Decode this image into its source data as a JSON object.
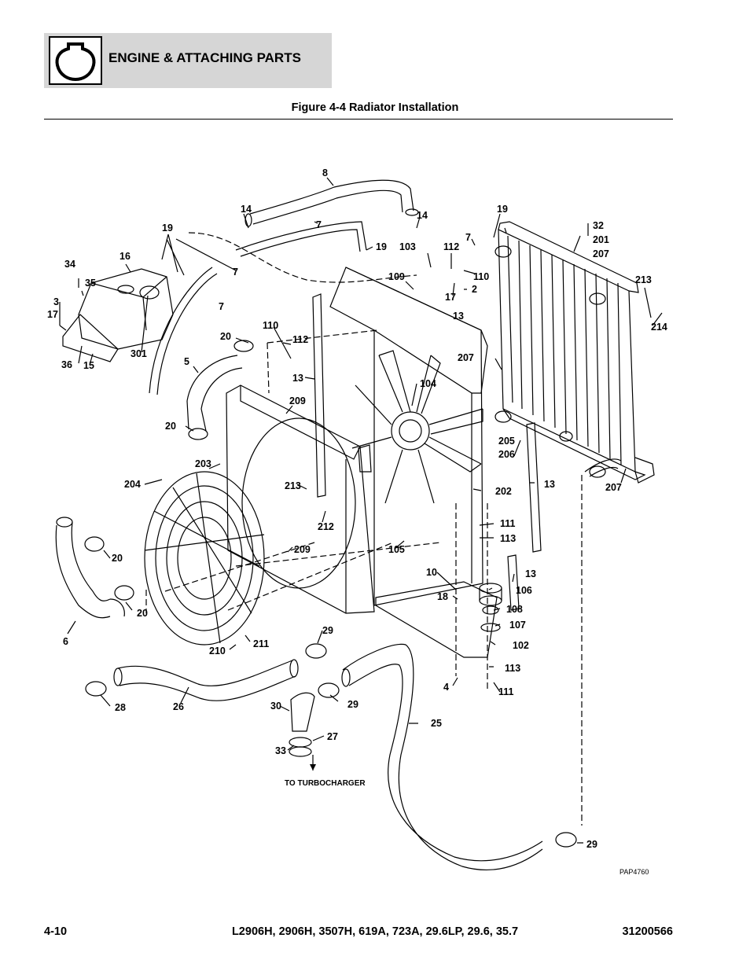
{
  "header": {
    "section_title": "ENGINE & ATTACHING PARTS",
    "icon": "engine-section-icon"
  },
  "figure": {
    "title": "Figure 4-4 Radiator Installation",
    "drawing_code": "PAP4760",
    "note_turbo": "TO TURBOCHARGER",
    "callouts": {
      "c8": "8",
      "c14a": "14",
      "c14b": "14",
      "c7a": "7",
      "c7b": "7",
      "c7c": "7",
      "c7d": "7",
      "c19a": "19",
      "c19b": "19",
      "c19c": "19",
      "c103": "103",
      "c112a": "112",
      "c110a": "110",
      "c109": "109",
      "c17a": "17",
      "c2": "2",
      "c32": "32",
      "c201": "201",
      "c207a": "207",
      "c213a": "213",
      "c214": "214",
      "c16": "16",
      "c34": "34",
      "c35": "35",
      "c3": "3",
      "c17b": "17",
      "c36": "36",
      "c15": "15",
      "c301": "301",
      "c20a": "20",
      "c110b": "110",
      "c112b": "112",
      "c13a": "13",
      "c13b": "13",
      "c207b": "207",
      "c5": "5",
      "c209a": "209",
      "c104": "104",
      "c20b": "20",
      "c203": "203",
      "c205": "205",
      "c206": "206",
      "c13c": "13",
      "c207c": "207",
      "c204": "204",
      "c213b": "213",
      "c202": "202",
      "c212": "212",
      "c111a": "111",
      "c113a": "113",
      "c209b": "209",
      "c105": "105",
      "c20c": "20",
      "c20d": "20",
      "c10": "10",
      "c13d": "13",
      "c106": "106",
      "c18": "18",
      "c108": "108",
      "c107": "107",
      "c102": "102",
      "c6": "6",
      "c29a": "29",
      "c210": "210",
      "c211": "211",
      "c113b": "113",
      "c111b": "111",
      "c4": "4",
      "c28": "28",
      "c26": "26",
      "c30": "30",
      "c29b": "29",
      "c25": "25",
      "c27": "27",
      "c33": "33",
      "c29c": "29"
    }
  },
  "footer": {
    "page_number": "4-10",
    "models": "L2906H, 2906H, 3507H, 619A, 723A, 29.6LP, 29.6, 35.7",
    "doc_number": "31200566"
  }
}
